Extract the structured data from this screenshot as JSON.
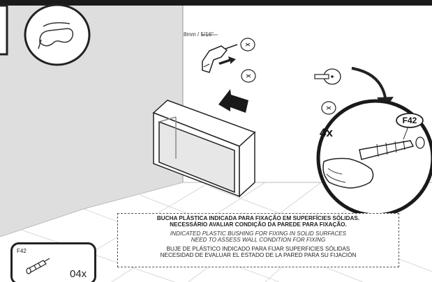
{
  "step": {
    "drill_spec": "8mm / 5/16\"",
    "bushing_count": "4x",
    "part_code": "F42"
  },
  "notice": {
    "pt_line1": "BUCHA  PLÁSTICA INDICADA PARA FIXAÇÃO EM SUPERFÍCIES SÓLIDAS.",
    "pt_line2": "NECESSÁRIO AVALIAR CONDIÇÃO DA PAREDE PARA FIXAÇÃO.",
    "en_line1": "INDICATED PLASTIC BUSHING FOR FIXING IN SOLID SURFACES",
    "en_line2": "NEED TO ASSESS WALL CONDITION FOR FIXING",
    "es_line1": "BUJE DE PLÁSTICO INDICADO PARA FIJAR SUPERFICIES SÓLIDAS",
    "es_line2": "NECESIDAD DE EVALUAR EL ESTADO DE LA PARED PARA SU FIJACIÓN"
  },
  "parts_box": {
    "code": "F42",
    "quantity": "04x"
  },
  "icons": [
    "safety-glasses-icon",
    "drill-icon",
    "wall-anchor-icon",
    "screw-mark-icon",
    "direction-arrow-icon"
  ],
  "colors": {
    "wall_shade": "#dedede",
    "floor": "#ffffff",
    "line": "#222222"
  }
}
